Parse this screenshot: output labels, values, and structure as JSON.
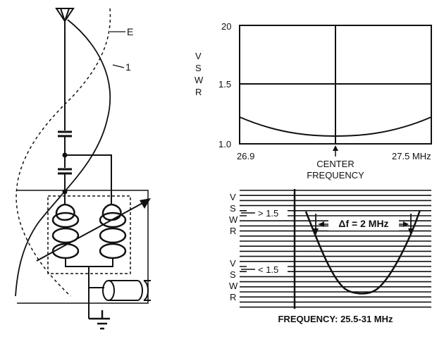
{
  "circuit": {
    "label_e": "E",
    "label_1": "1"
  },
  "top_chart": {
    "ylabel_letters": [
      "V",
      "S",
      "W",
      "R"
    ],
    "y_ticks": [
      "20",
      "1.5",
      "1.0"
    ],
    "x_ticks": [
      "26.9",
      "27.5 MHz"
    ],
    "center_label_line1": "CENTER",
    "center_label_line2": "FREQUENCY"
  },
  "bottom_chart": {
    "upper_ylabel_letters": [
      "V",
      "S",
      "W",
      "R"
    ],
    "lower_ylabel_letters": [
      "V",
      "S",
      "W",
      "R"
    ],
    "upper_marker": "> 1.5",
    "lower_marker": "< 1.5",
    "bandwidth_label": "Δf = 2 MHz",
    "xlabel": "FREQUENCY: 25.5-31 MHz"
  },
  "colors": {
    "ink": "#111111",
    "background": "#ffffff"
  }
}
